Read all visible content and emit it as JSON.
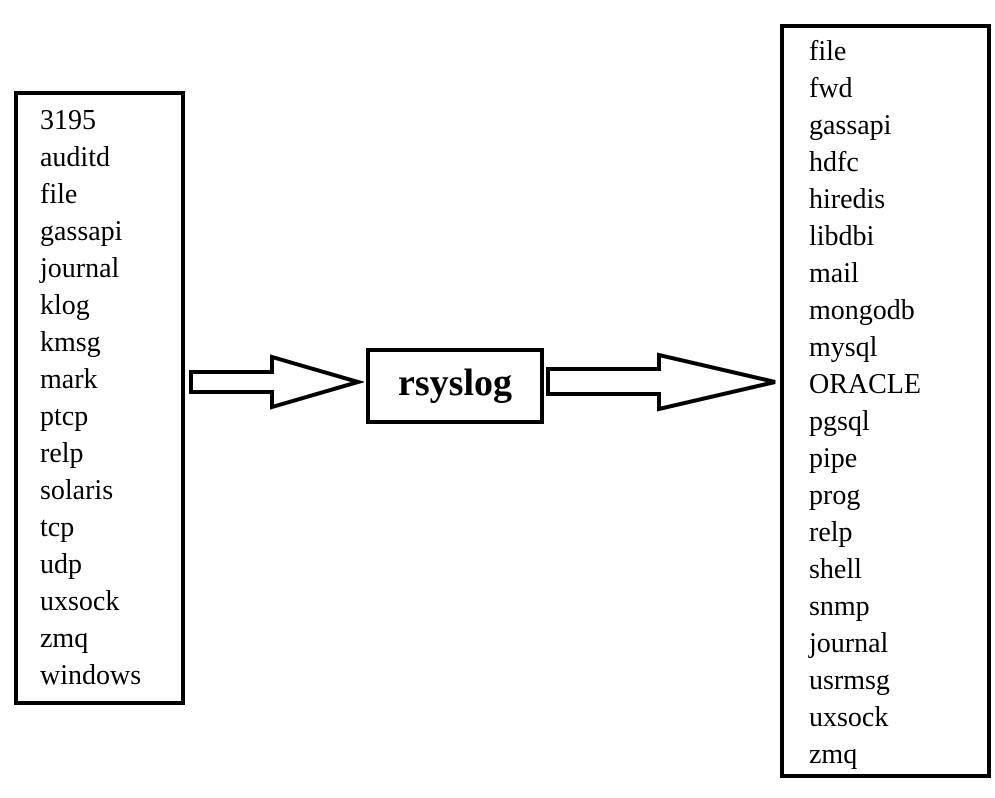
{
  "inputs": {
    "items": [
      "3195",
      "auditd",
      "file",
      "gassapi",
      "journal",
      "klog",
      "kmsg",
      "mark",
      "ptcp",
      "relp",
      "solaris",
      "tcp",
      "udp",
      "uxsock",
      "zmq",
      "windows"
    ]
  },
  "core": {
    "label": "rsyslog"
  },
  "outputs": {
    "items": [
      "file",
      "fwd",
      "gassapi",
      "hdfc",
      "hiredis",
      "libdbi",
      "mail",
      "mongodb",
      "mysql",
      "ORACLE",
      "pgsql",
      "pipe",
      "prog",
      "relp",
      "shell",
      "snmp",
      "journal",
      "usrmsg",
      "uxsock",
      "zmq"
    ]
  }
}
